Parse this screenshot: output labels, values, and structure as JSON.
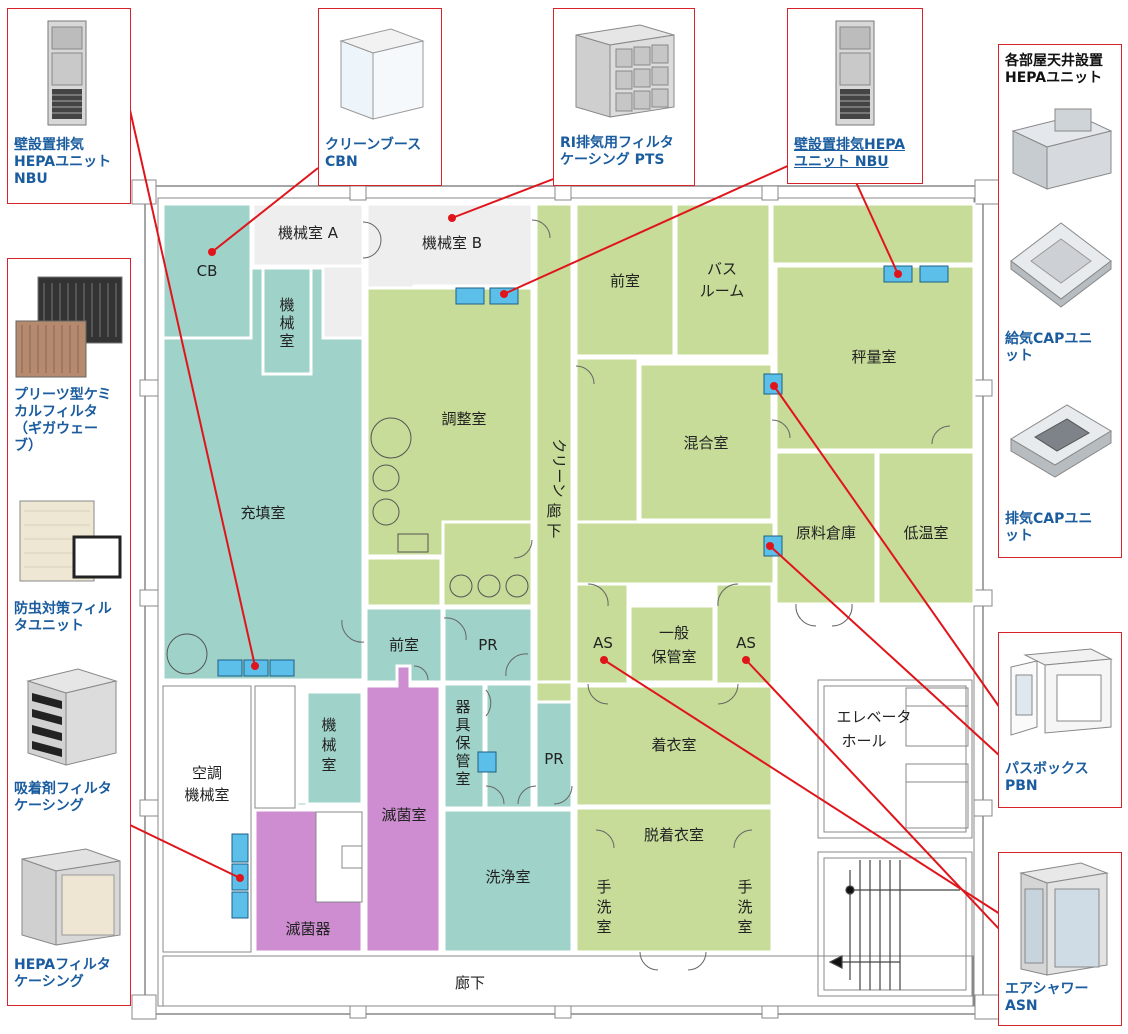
{
  "callouts": {
    "nbu_left": "壁設置排気\nHEPAユニット\nNBU",
    "cbn": "クリーンブース\nCBN",
    "pts": "RI排気用フィルタ\nケーシング PTS",
    "nbu_right": "壁設置排気HEPA\nユニット NBU",
    "ceiling_header": "各部屋天井設置\nHEPAユニット",
    "supply_cap": "給気CAPユニ\nット",
    "exhaust_cap": "排気CAPユニ\nット",
    "pleat": "プリーツ型ケミ\nカルフィルタ\n（ギガウェー\nブ）",
    "insect": "防虫対策フィル\nタユニット",
    "adsorbent": "吸着剤フィルタ\nケーシング",
    "hepa_casing": "HEPAフィルタ\nケーシング",
    "passbox": "パスボックス\nPBN",
    "airshower": "エアシャワー\nASN"
  },
  "rooms": {
    "cb": "CB",
    "machine_a": "機械室 A",
    "machine_b": "機械室 B",
    "machine_1a": "機",
    "machine_1b": "械",
    "machine_1c": "室",
    "filling": "充填室",
    "adjust": "調整室",
    "clean_corridor_1": "クリーン",
    "clean_corridor_2": "廊",
    "clean_corridor_3": "下",
    "anteroom_top": "前室",
    "bathroom_1": "バス",
    "bathroom_2": "ルーム",
    "weighing": "秤量室",
    "mixing": "混合室",
    "raw_storage": "原料倉庫",
    "low_temp": "低温室",
    "anteroom_mid": "前室",
    "pr_top": "PR",
    "pr_bottom": "PR",
    "as_left": "AS",
    "as_right": "AS",
    "general_1": "一般",
    "general_2": "保管室",
    "equip_1": "器",
    "equip_2": "具",
    "equip_3": "保",
    "equip_4": "管",
    "equip_5": "室",
    "machine_2a": "機",
    "machine_2b": "械",
    "machine_2c": "室",
    "ac_machine_1": "空調",
    "ac_machine_2": "機械室",
    "sterile_room": "滅菌室",
    "sterilizer": "滅菌器",
    "washing": "洗浄室",
    "dressing": "着衣室",
    "undressing": "脱着衣室",
    "handwash_l1": "手",
    "handwash_l2": "洗",
    "handwash_l3": "室",
    "handwash_r1": "手",
    "handwash_r2": "洗",
    "handwash_r3": "室",
    "elevator_1": "エレベータ",
    "elevator_2": "ホール",
    "corridor": "廊下"
  },
  "colors": {
    "teal": "#9fd2c8",
    "green": "#c6dc98",
    "purple": "#cd8dd0",
    "gray": "#eeeeee",
    "blue_unit": "#5bbfe9",
    "red": "#e0151b",
    "callout_text": "#1a5c9e"
  }
}
